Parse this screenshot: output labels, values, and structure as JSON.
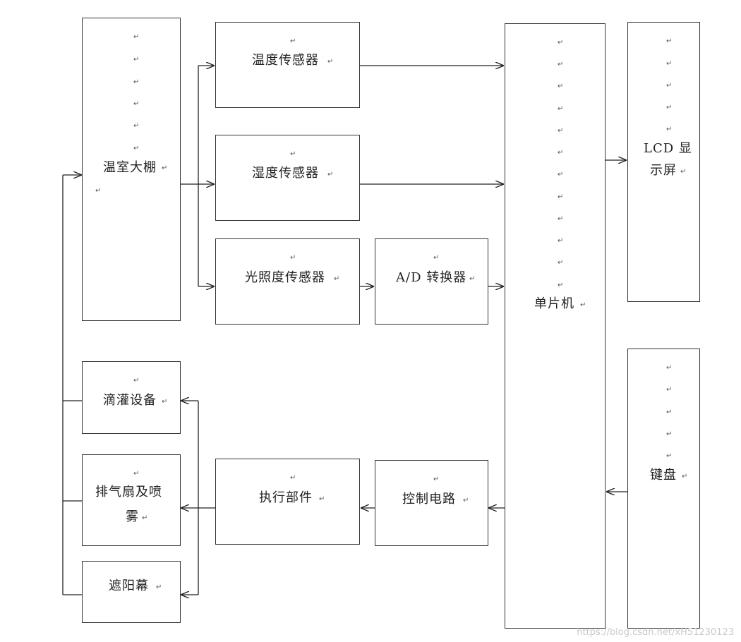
{
  "blocks": {
    "greenhouse": "温室大棚",
    "temp_sensor": "温度传感器",
    "humidity_sensor": "湿度传感器",
    "light_sensor": "光照度传感器",
    "adc": "A/D 转换器",
    "mcu": "单片机",
    "lcd_line1": "LCD 显",
    "lcd_line2": "示屏",
    "keyboard": "键盘",
    "drip": "滴灌设备",
    "fan_line1": "排气扇及喷",
    "fan_line2": "雾",
    "shade": "遮阳幕",
    "actuator": "执行部件",
    "control": "控制电路"
  },
  "watermark": "https://blog.csdn.net/xH51230123"
}
